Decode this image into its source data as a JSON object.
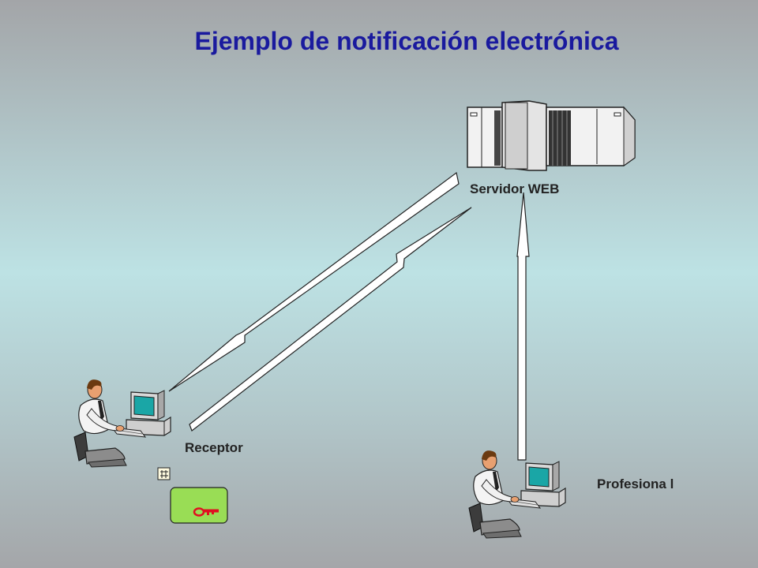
{
  "slide": {
    "title": "Ejemplo de notificación electrónica"
  },
  "nodes": {
    "server_label": "Servidor WEB",
    "receptor_label": "Receptor",
    "profesional_label": "Profesiona l"
  },
  "colors": {
    "title": "#1a1a9e",
    "key_card": "#99dd55",
    "key": "#e01020",
    "monitor_screen": "#1aa6a6",
    "arrow_fill": "#ffffff"
  },
  "icons": [
    "server-rack-icon",
    "person-at-computer-icon",
    "small-grid-icon",
    "key-icon"
  ]
}
